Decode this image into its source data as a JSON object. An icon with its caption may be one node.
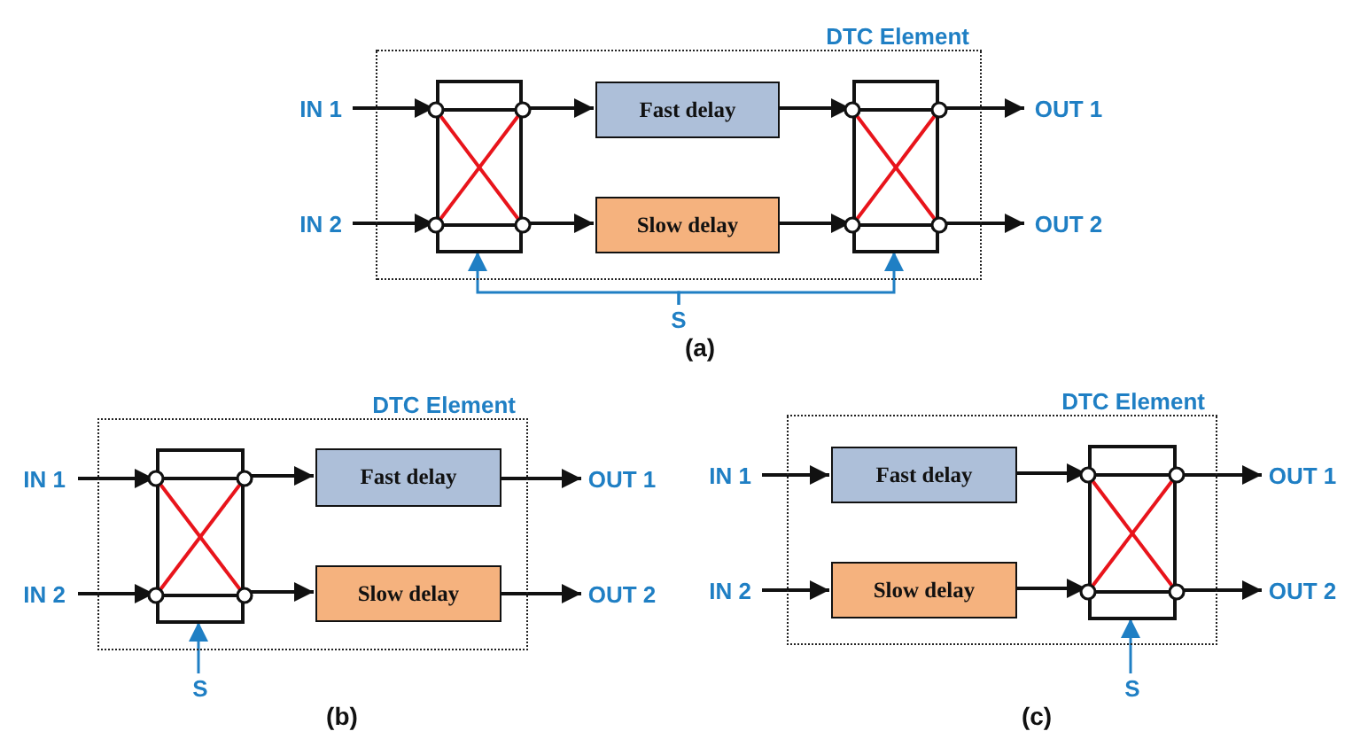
{
  "diagram": {
    "nodes": [
      {
        "text": [
          "DTC Element"
        ]
      },
      {
        "text": [
          "IN 1"
        ]
      },
      {
        "text": [
          "IN 2"
        ]
      },
      {
        "text": [],
        "shape": "box",
        "in": 0
      },
      {
        "text": [
          "Fast delay"
        ],
        "in": 0
      },
      {
        "text": [
          "Slow delay"
        ],
        "in": 0
      },
      {
        "text": [],
        "shape": "box",
        "in": 0
      },
      {
        "text": [
          "OUT 1"
        ]
      },
      {
        "text": [
          "OUT 2"
        ]
      },
      {
        "text": [
          "S"
        ]
      },
      {
        "text": [
          "DTC Element"
        ]
      },
      {
        "text": [
          "IN 1"
        ]
      },
      {
        "text": [
          "IN 2"
        ]
      },
      {
        "text": [],
        "shape": "box",
        "in": 10
      },
      {
        "text": [
          "Fast delay"
        ],
        "in": 10
      },
      {
        "text": [
          "Slow delay"
        ],
        "in": 10
      },
      {
        "text": [
          "OUT 1"
        ]
      },
      {
        "text": [
          "OUT 2"
        ]
      },
      {
        "text": [
          "S"
        ]
      },
      {
        "text": [
          "DTC Element"
        ]
      },
      {
        "text": [
          "IN 1"
        ]
      },
      {
        "text": [
          "IN 2"
        ]
      },
      {
        "text": [
          "Fast delay"
        ],
        "in": 19
      },
      {
        "text": [
          "Slow delay"
        ],
        "in": 19
      },
      {
        "text": [],
        "shape": "box",
        "in": 19
      },
      {
        "text": [
          "OUT 1"
        ]
      },
      {
        "text": [
          "OUT 2"
        ]
      },
      {
        "text": [
          "S"
        ]
      }
    ],
    "edges": [
      {
        "from": 1,
        "to": 3,
        "arrow": "to"
      },
      {
        "from": 2,
        "to": 3,
        "arrow": "to"
      },
      {
        "from": 3,
        "to": 4,
        "arrow": "to"
      },
      {
        "from": 3,
        "to": 5,
        "arrow": "to"
      },
      {
        "from": 4,
        "to": 6,
        "arrow": "to"
      },
      {
        "from": 5,
        "to": 6,
        "arrow": "to"
      },
      {
        "from": 6,
        "to": 7,
        "arrow": "to"
      },
      {
        "from": 6,
        "to": 8,
        "arrow": "to"
      },
      {
        "from": 9,
        "to": 3,
        "arrow": "to",
        "color": "#1f7fc4"
      },
      {
        "from": 9,
        "to": 6,
        "arrow": "to",
        "color": "#1f7fc4"
      },
      {
        "from": 11,
        "to": 13,
        "arrow": "to"
      },
      {
        "from": 12,
        "to": 13,
        "arrow": "to"
      },
      {
        "from": 13,
        "to": 14,
        "arrow": "to"
      },
      {
        "from": 13,
        "to": 15,
        "arrow": "to"
      },
      {
        "from": 14,
        "to": 16,
        "arrow": "to"
      },
      {
        "from": 15,
        "to": 17,
        "arrow": "to"
      },
      {
        "from": 18,
        "to": 13,
        "arrow": "to",
        "color": "#1f7fc4"
      },
      {
        "from": 20,
        "to": 22,
        "arrow": "to"
      },
      {
        "from": 21,
        "to": 23,
        "arrow": "to"
      },
      {
        "from": 22,
        "to": 24,
        "arrow": "to"
      },
      {
        "from": 23,
        "to": 24,
        "arrow": "to"
      },
      {
        "from": 24,
        "to": 25,
        "arrow": "to"
      },
      {
        "from": 24,
        "to": 26,
        "arrow": "to"
      },
      {
        "from": 27,
        "to": 24,
        "arrow": "to",
        "color": "#1f7fc4"
      }
    ],
    "labels": [
      "(a)",
      "(b)",
      "(c)"
    ]
  }
}
